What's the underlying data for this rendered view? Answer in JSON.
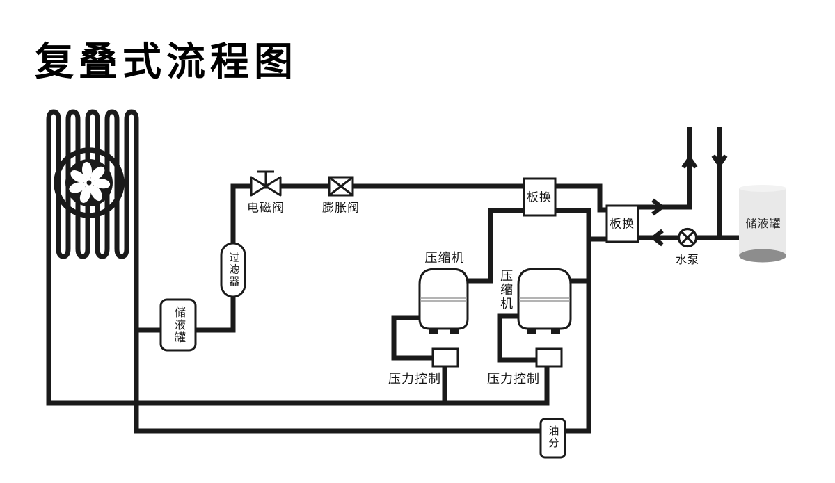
{
  "title": "复叠式流程图",
  "labels": {
    "solenoid_valve": "电磁阀",
    "expansion_valve": "膨胀阀",
    "filter": "过滤器",
    "receiver_left": "储液罐",
    "compressor_1": "压缩机",
    "compressor_2": "压缩机",
    "pressure_control_1": "压力控制",
    "pressure_control_2": "压力控制",
    "plate_hx_1": "板换",
    "plate_hx_2": "板换",
    "oil_separator": "油分",
    "water_pump": "水泵",
    "storage_tank_right": "储液罐"
  },
  "icons": {
    "fan": "fan-icon",
    "solenoid_valve": "bowtie-valve-icon",
    "expansion_valve": "crossed-box-valve-icon",
    "water_pump": "circle-x-pump-icon"
  },
  "arrows": {
    "hx2_water_outlet": "right-then-up",
    "water_return_down": "down",
    "pump_to_hx2": "left"
  },
  "colors": {
    "line": "#1a1a1a",
    "background": "#ffffff",
    "component_fill": "#ffffff",
    "cylinder_body": "#e9e9e9",
    "cylinder_top": "#f2f2f2",
    "cylinder_bottom": "#8d8d8d",
    "compressor_seam": "#9a9a9a"
  }
}
